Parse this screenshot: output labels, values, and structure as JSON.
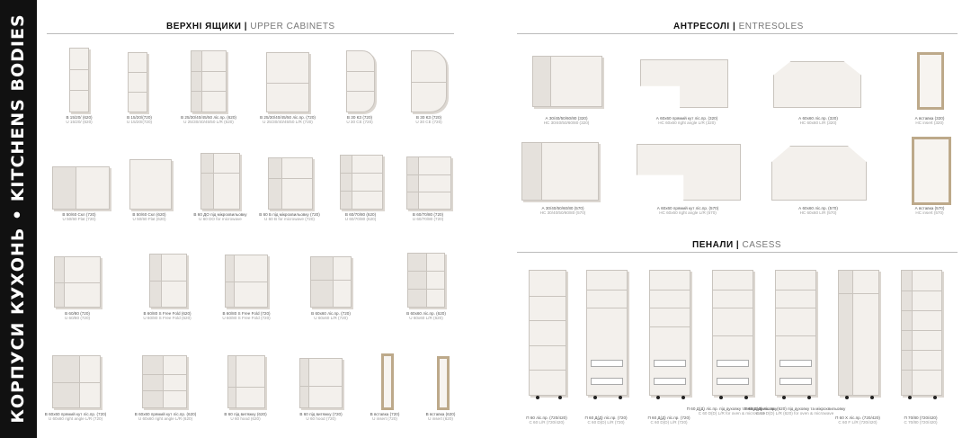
{
  "sidebar": {
    "title": "КОРПУСИ КУХОНЬ • KITCHENS BODIES"
  },
  "sections": {
    "upper": {
      "ua": "ВЕРХНІ ЯЩИКИ",
      "sep": " | ",
      "en": "UPPER CABINETS"
    },
    "entresoles": {
      "ua": "АНТРЕСОЛІ",
      "sep": " | ",
      "en": "ENTRESOLES"
    },
    "cases": {
      "ua": "ПЕНАЛИ",
      "sep": " | ",
      "en": "CASESS"
    }
  },
  "upper_items": [
    {
      "ua": "В 15/20/ (620)",
      "en": "U 15/20/ (620)"
    },
    {
      "ua": "В 15/20/(720)",
      "en": "U 15/20/(720)"
    },
    {
      "ua": "В 25/30/40/45/50 ліс.пр. (620)",
      "en": "U 25/30/40/45/50 L/R (620)"
    },
    {
      "ua": "В 25/30/40/45/50 ліс.пр. (720)",
      "en": "U 25/30/40/45/50 L/R (720)"
    },
    {
      "ua": "В 30 КЗ (720)",
      "en": "U 30 CE (720)"
    },
    {
      "ua": "В 30 КЗ (720)",
      "en": "U 30 CE (720)"
    },
    {
      "ua": "В 50/60 Скл (720)",
      "en": "U 50/60 Flat (720)"
    },
    {
      "ua": "В 50/60 Скл (620)",
      "en": "U 50/60 Flat (620)"
    },
    {
      "ua": "В 60 ДО під мікрохвильовку",
      "en": "U 60 DO for microwave"
    },
    {
      "ua": "В 60 Б під мікрохвильовку (720)",
      "en": "U 60 B for microwave (720)"
    },
    {
      "ua": "В 60/70/80 (620)",
      "en": "U 60/70/80 (620)"
    },
    {
      "ua": "В 60/70/80 (720)",
      "en": "U 60/70/80 (720)"
    },
    {
      "ua": "В 60/80 (720)",
      "en": "U 60/80 (720)"
    },
    {
      "ua": "В 60/80 S Free Fold (620)",
      "en": "U 60/80 S Free Fold (620)"
    },
    {
      "ua": "В 60/80 S Free Fold (720)",
      "en": "U 60/80 S Free Fold (720)"
    },
    {
      "ua": "В 60х60 ліс.пр. (720)",
      "en": "U 60x60 L/R (720)"
    },
    {
      "ua": "В 60х60 ліс.пр. (620)",
      "en": "U 60x60 L/R (620)"
    },
    {
      "ua": "В 60х60 прямий кут ліс.пр. (720)",
      "en": "U 60x60 right angle L/R (720)"
    },
    {
      "ua": "В 60х60 прямий кут ліс.пр. (620)",
      "en": "U 60x60 right angle L/R (620)"
    },
    {
      "ua": "В 60 під витяжку (620)",
      "en": "U 60 hood (620)"
    },
    {
      "ua": "В 60 під витяжку (720)",
      "en": "U 60 hood (720)"
    },
    {
      "ua": "В вставка (720)",
      "en": "U insert (720)"
    },
    {
      "ua": "В вставка (620)",
      "en": "U insert (620)"
    }
  ],
  "entresole_items": [
    {
      "ua": "А 30/40/50/60/80 (320)",
      "en": "HC 30/40/50/60/80 (320)"
    },
    {
      "ua": "А 60х60 прямий кут ліс.пр. (320)",
      "en": "HC 60x60 right angle L/R (320)"
    },
    {
      "ua": "А 60х60 ліс.пр. (320)",
      "en": "HC 60x60 L/R (320)"
    },
    {
      "ua": "А вставка (320)",
      "en": "HC insert (320)"
    },
    {
      "ua": "А 30/40/50/60/80 (570)",
      "en": "HC 30/40/50/60/80 (570)"
    },
    {
      "ua": "А 60х60 прямий кут ліс.пр. (570)",
      "en": "HC 60x60 right angle L/R (570)"
    },
    {
      "ua": "А 60х60 ліс.пр. (570)",
      "en": "HC 60x60 L/R (570)"
    },
    {
      "ua": "А вставка (570)",
      "en": "HC insert (570)"
    }
  ],
  "case_items": [
    {
      "ua": "П 60 ліс.пр. (720/420)",
      "en": "C 60 L/R (720/420)"
    },
    {
      "ua": "П 60 Д(Д) ліс.пр. (720)",
      "en": "C 60 D(D) L/R (720)"
    },
    {
      "ua": "П 60 Д(Д) ліс.пр. (720)",
      "en": "C 60 D(D) L/R (720)"
    },
    {
      "ua": "П 60 Д(Д) ліс.пр. під духовку та мікрохвильовку",
      "en": "C 60 D(D) L/R for oven & microwave"
    },
    {
      "ua": "П 60 Д(Д) ліс.пр. (620) під духовку та мікрохвильовку",
      "en": "C 60 D(D) L/R (620) for oven & microwave"
    },
    {
      "ua": "П 60 Х ліс.пр. (720/420)",
      "en": "C 60 F L/R (720/420)"
    },
    {
      "ua": "П 70/80 (720/420)",
      "en": "C 70/80 (720/420)"
    }
  ]
}
